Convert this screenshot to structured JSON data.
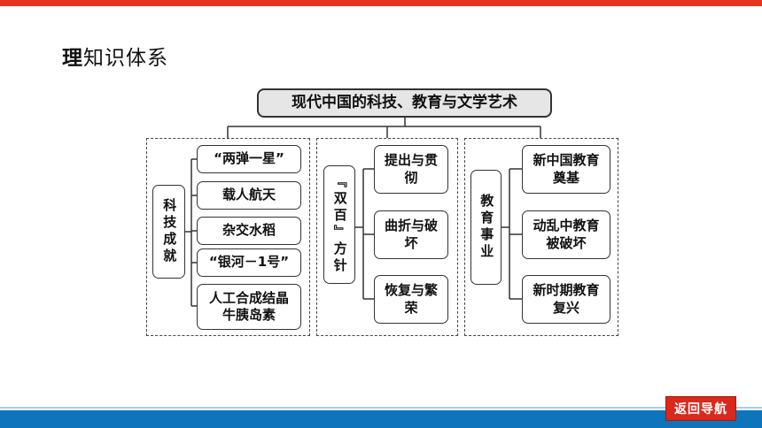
{
  "section_title": {
    "lead": "理",
    "rest": "知识体系"
  },
  "root": "现代中国的科技、教育与文学艺术",
  "groups": [
    {
      "label": "科技成就",
      "items": [
        "“两弹一星”",
        "载人航天",
        "杂交水稻",
        "“银河－1号”",
        "人工合成结晶牛胰岛素"
      ]
    },
    {
      "label": "『双百』方针",
      "items": [
        "提出与贯彻",
        "曲折与破坏",
        "恢复与繁荣"
      ]
    },
    {
      "label": "教育事业",
      "items": [
        "新中国教育奠基",
        "动乱中教育被破坏",
        "新时期教育复兴"
      ]
    }
  ],
  "nav": {
    "back_label": "返回导航"
  },
  "colors": {
    "top_bar": "#e63423",
    "bottom_bar": "#0e74bc",
    "nav_button": "#d9291c",
    "root_fill": "#e6e6e6"
  }
}
